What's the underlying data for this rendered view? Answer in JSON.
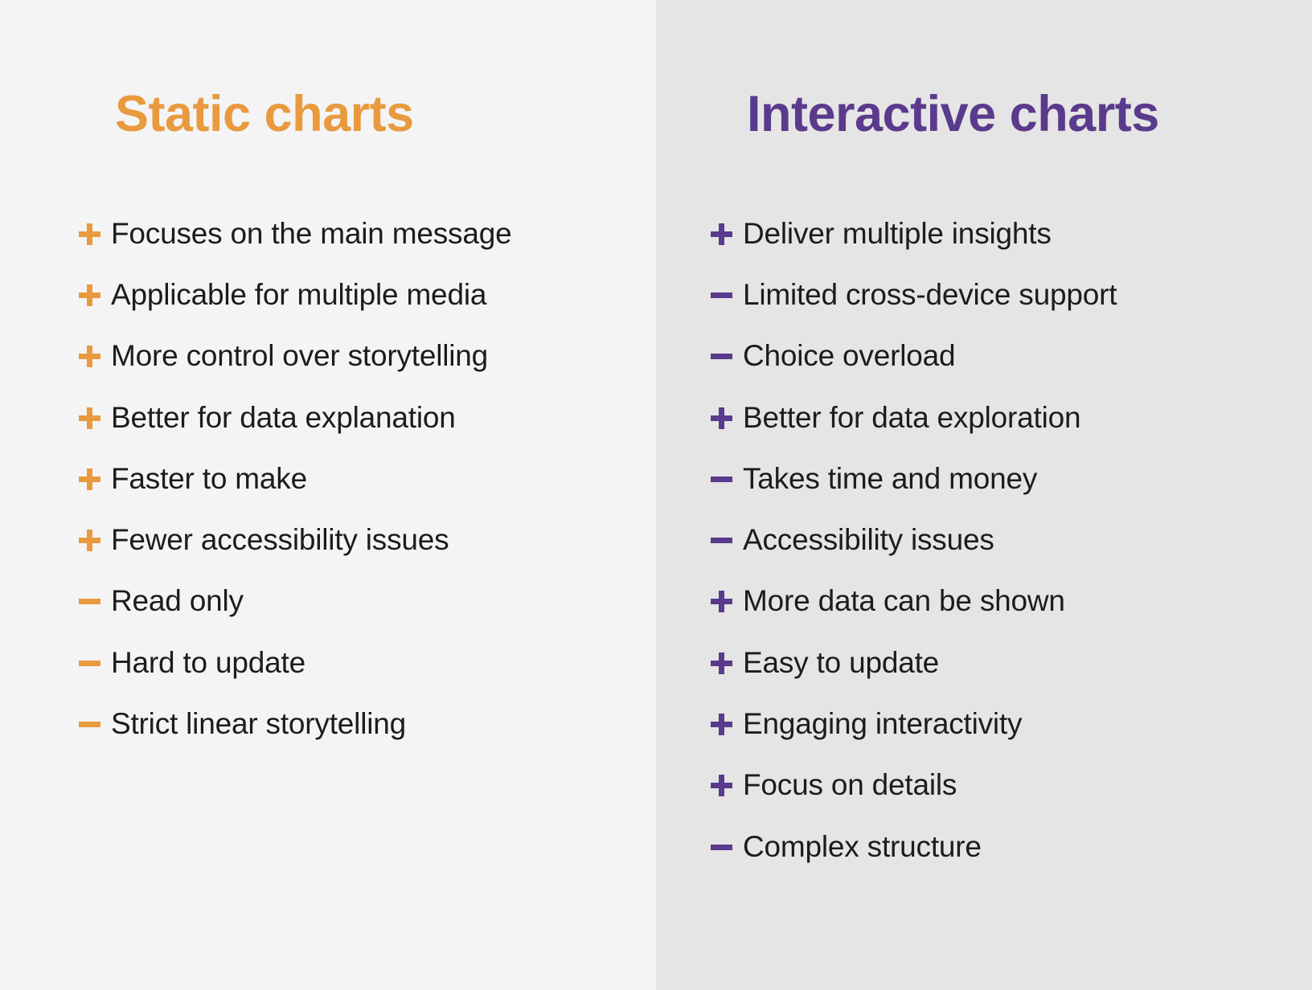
{
  "colors": {
    "static_accent": "#e99a3f",
    "interactive_accent": "#5a3a8c",
    "static_background": "#f4f4f4",
    "interactive_background": "#e5e5e5",
    "text": "#1c1c1c"
  },
  "panels": [
    {
      "id": "static",
      "title": "Static charts",
      "items": [
        {
          "marker": "plus",
          "marker_glyph": "+",
          "label": "Focuses on the main message"
        },
        {
          "marker": "plus",
          "marker_glyph": "+",
          "label": "Applicable for multiple media"
        },
        {
          "marker": "plus",
          "marker_glyph": "+",
          "label": "More control over storytelling"
        },
        {
          "marker": "plus",
          "marker_glyph": "+",
          "label": "Better for data explanation"
        },
        {
          "marker": "plus",
          "marker_glyph": "+",
          "label": "Faster to make"
        },
        {
          "marker": "plus",
          "marker_glyph": "+",
          "label": "Fewer accessibility issues"
        },
        {
          "marker": "minus",
          "marker_glyph": "−",
          "label": "Read only"
        },
        {
          "marker": "minus",
          "marker_glyph": "−",
          "label": "Hard to update"
        },
        {
          "marker": "minus",
          "marker_glyph": "−",
          "label": "Strict linear storytelling"
        }
      ]
    },
    {
      "id": "interactive",
      "title": "Interactive charts",
      "items": [
        {
          "marker": "plus",
          "marker_glyph": "+",
          "label": "Deliver multiple insights"
        },
        {
          "marker": "minus",
          "marker_glyph": "−",
          "label": "Limited cross-device support"
        },
        {
          "marker": "minus",
          "marker_glyph": "−",
          "label": "Choice overload"
        },
        {
          "marker": "plus",
          "marker_glyph": "+",
          "label": "Better for data exploration"
        },
        {
          "marker": "minus",
          "marker_glyph": "−",
          "label": "Takes time and money"
        },
        {
          "marker": "minus",
          "marker_glyph": "−",
          "label": "Accessibility issues"
        },
        {
          "marker": "plus",
          "marker_glyph": "+",
          "label": "More data can be shown"
        },
        {
          "marker": "plus",
          "marker_glyph": "+",
          "label": "Easy to update"
        },
        {
          "marker": "plus",
          "marker_glyph": "+",
          "label": "Engaging interactivity"
        },
        {
          "marker": "plus",
          "marker_glyph": "+",
          "label": "Focus on details"
        },
        {
          "marker": "minus",
          "marker_glyph": "−",
          "label": "Complex structure"
        }
      ]
    }
  ]
}
